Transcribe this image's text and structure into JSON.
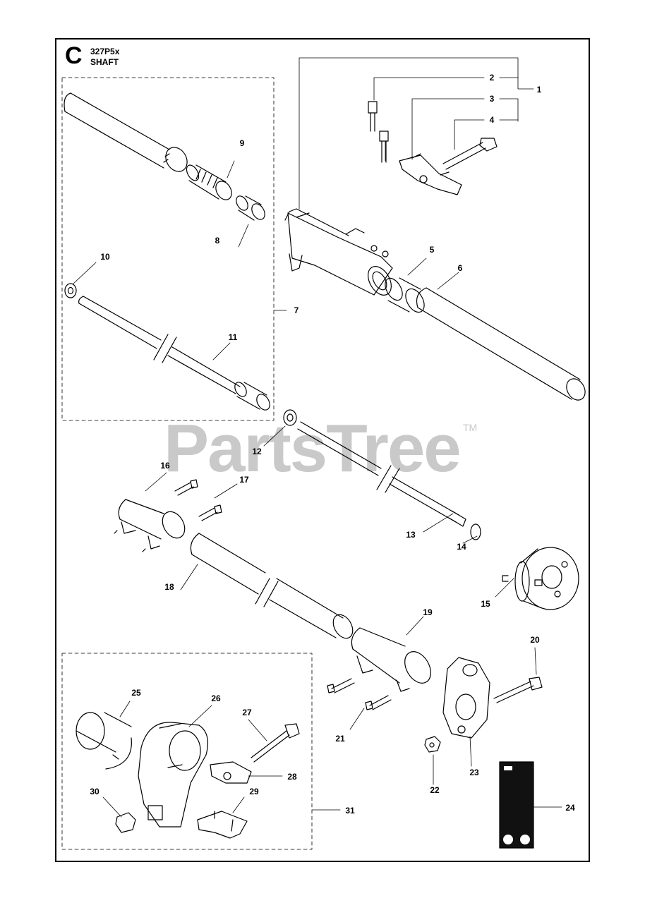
{
  "section": {
    "letter": "C",
    "model": "327P5x",
    "name": "SHAFT"
  },
  "watermark": {
    "text": "PartsTree",
    "tm": "TM"
  },
  "callouts": [
    {
      "id": "1",
      "label": "1"
    },
    {
      "id": "2",
      "label": "2"
    },
    {
      "id": "3",
      "label": "3"
    },
    {
      "id": "4",
      "label": "4"
    },
    {
      "id": "5",
      "label": "5"
    },
    {
      "id": "6",
      "label": "6"
    },
    {
      "id": "7",
      "label": "7"
    },
    {
      "id": "8",
      "label": "8"
    },
    {
      "id": "9",
      "label": "9"
    },
    {
      "id": "10",
      "label": "10"
    },
    {
      "id": "11",
      "label": "11"
    },
    {
      "id": "12",
      "label": "12"
    },
    {
      "id": "13",
      "label": "13"
    },
    {
      "id": "14",
      "label": "14"
    },
    {
      "id": "15",
      "label": "15"
    },
    {
      "id": "16",
      "label": "16"
    },
    {
      "id": "17",
      "label": "17"
    },
    {
      "id": "18",
      "label": "18"
    },
    {
      "id": "19",
      "label": "19"
    },
    {
      "id": "20",
      "label": "20"
    },
    {
      "id": "21",
      "label": "21"
    },
    {
      "id": "22",
      "label": "22"
    },
    {
      "id": "23",
      "label": "23"
    },
    {
      "id": "24",
      "label": "24"
    },
    {
      "id": "25",
      "label": "25"
    },
    {
      "id": "26",
      "label": "26"
    },
    {
      "id": "27",
      "label": "27"
    },
    {
      "id": "28",
      "label": "28"
    },
    {
      "id": "29",
      "label": "29"
    },
    {
      "id": "30",
      "label": "30"
    },
    {
      "id": "31",
      "label": "31"
    }
  ],
  "colors": {
    "line": "#000000",
    "watermark": "#c9c9c9",
    "label_dark": "#111111"
  }
}
